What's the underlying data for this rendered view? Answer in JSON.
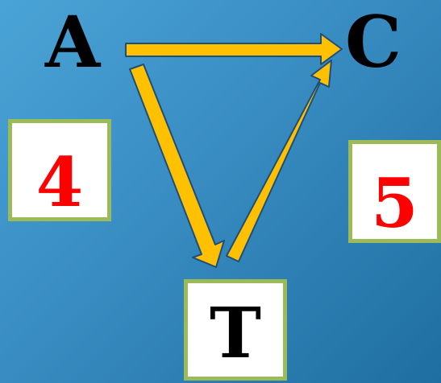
{
  "nodes": {
    "a": "A",
    "c": "C",
    "t": "T"
  },
  "edges": {
    "a_t": "4",
    "c_t": "5"
  },
  "colors": {
    "arrow_fill": "#ffc000",
    "arrow_stroke": "#1f4e79",
    "box_border": "#9bbb59",
    "weight_text": "#ff0000",
    "background_start": "#4aa3d6",
    "background_end": "#1f6ea1"
  }
}
